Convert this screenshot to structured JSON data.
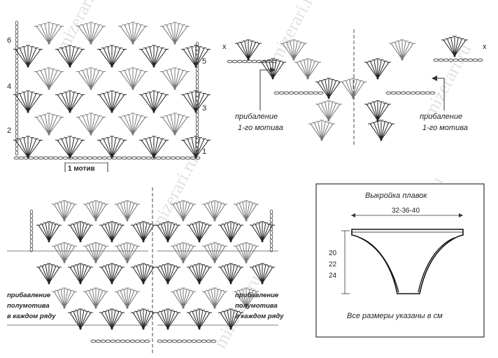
{
  "chart1": {
    "row_numbers_left": [
      "6",
      "4",
      "2"
    ],
    "row_numbers_right": [
      "5",
      "3",
      "1"
    ],
    "motif_label": "1 мотив"
  },
  "chart2": {
    "x_mark_left": "x",
    "x_mark_right": "x",
    "label_left_line1": "прибаление",
    "label_left_line2": "1-го мотива",
    "label_right_line1": "прибаление",
    "label_right_line2": "1-го мотива"
  },
  "chart3": {
    "label_left_line1": "прибавление",
    "label_left_line2": "полумотива",
    "label_left_line3": "в каждом ряду",
    "label_right_line1": "прибавление",
    "label_right_line2": "полумотива",
    "label_right_line3": "в каждом ряду"
  },
  "pattern": {
    "title": "Выкройка плавок",
    "width_sizes": "32-36-40",
    "height_size_1": "20",
    "height_size_2": "22",
    "height_size_3": "24",
    "note": "Все размеры указаны в см"
  },
  "watermark": "mizerari.ru"
}
